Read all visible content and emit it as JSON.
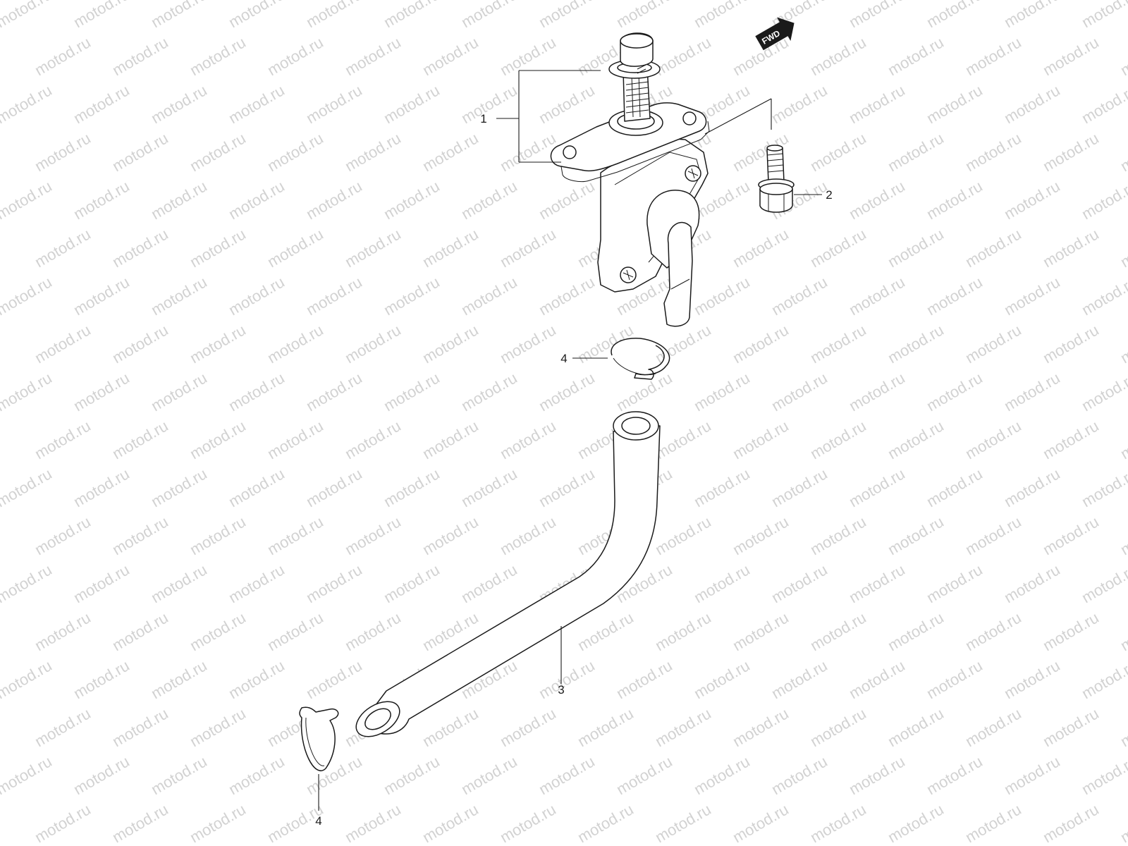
{
  "watermark": {
    "text": "motod.ru"
  },
  "fwd_label": "FWD",
  "callouts": {
    "c1": "1",
    "c2": "2",
    "c3": "3",
    "c4a": "4",
    "c4b": "4"
  }
}
